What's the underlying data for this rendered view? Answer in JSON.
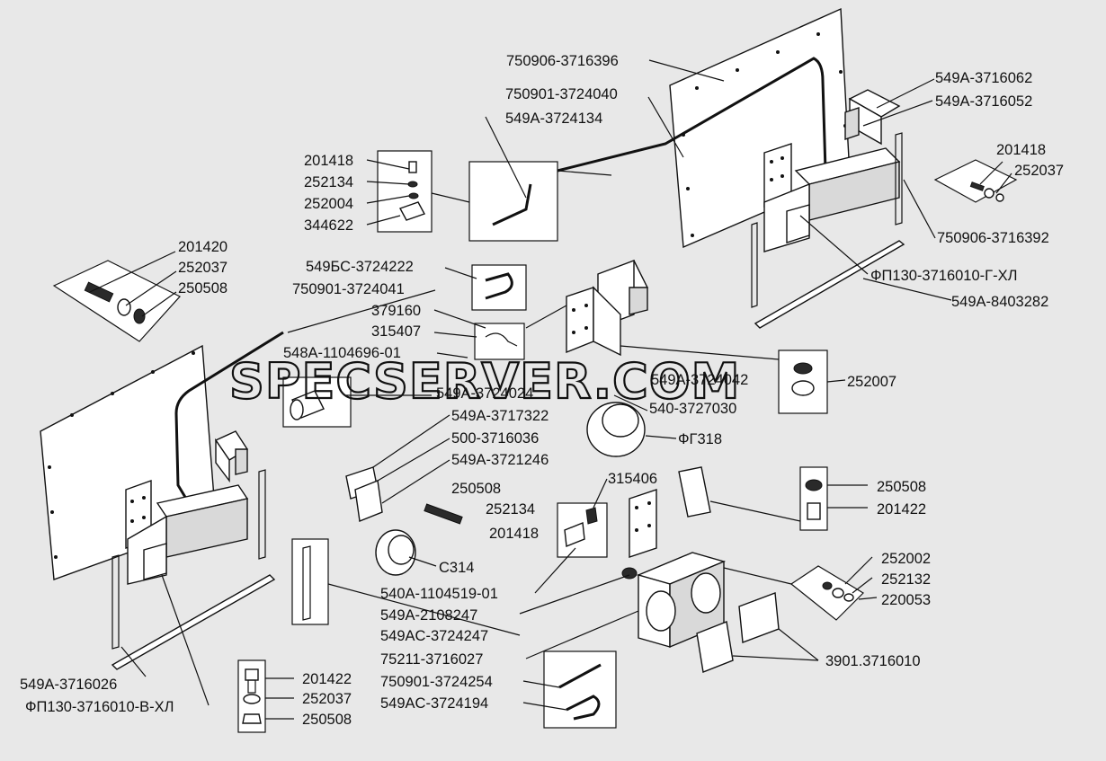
{
  "watermark": "SPECSERVER.COM",
  "labels": {
    "l_750906_3716396": "750906-3716396",
    "l_750901_3724040": "750901-3724040",
    "l_549a_3724134": "549A-3724134",
    "l_549a_3716062": "549A-3716062",
    "l_549a_3716052": "549A-3716052",
    "l_201418_a": "201418",
    "l_252134_a": "252134",
    "l_252004": "252004",
    "l_344622": "344622",
    "l_201418_b": "201418",
    "l_252037_a": "252037",
    "l_750906_3716392": "750906-3716392",
    "l_fp130_g": "ФП130-3716010-Г-ХЛ",
    "l_549a_8403282": "549A-8403282",
    "l_201420": "201420",
    "l_252037_b": "252037",
    "l_250508_a": "250508",
    "l_549bc_3724222": "549БС-3724222",
    "l_750901_3724041": "750901-3724041",
    "l_379160": "379160",
    "l_315407": "315407",
    "l_548a_1104696": "548A-1104696-01",
    "l_549a_3724024": "549A-3724024",
    "l_549a_3724042": "549A-3724042",
    "l_252007": "252007",
    "l_540_3727030": "540-3727030",
    "l_549a_3717322": "549A-3717322",
    "l_fg318": "ФГ318",
    "l_500_3716036": "500-3716036",
    "l_549a_3721246": "549A-3721246",
    "l_315406": "315406",
    "l_250508_b": "250508",
    "l_252134_b": "252134",
    "l_201418_c": "201418",
    "l_250508_c": "250508",
    "l_201422_a": "201422",
    "l_c314": "С314",
    "l_252002": "252002",
    "l_252132": "252132",
    "l_220053": "220053",
    "l_540a_1104519": "540A-1104519-01",
    "l_549a_2108247": "549A-2108247",
    "l_549ac_3724247": "549AC-3724247",
    "l_75211_3716027": "75211-3716027",
    "l_3901": "3901.3716010",
    "l_750901_3724254": "750901-3724254",
    "l_549ac_3724194": "549AC-3724194",
    "l_549a_3716026": "549A-3716026",
    "l_201422_b": "201422",
    "l_252037_c": "252037",
    "l_fp130_v": "ФП130-3716010-В-ХЛ",
    "l_250508_d": "250508"
  }
}
